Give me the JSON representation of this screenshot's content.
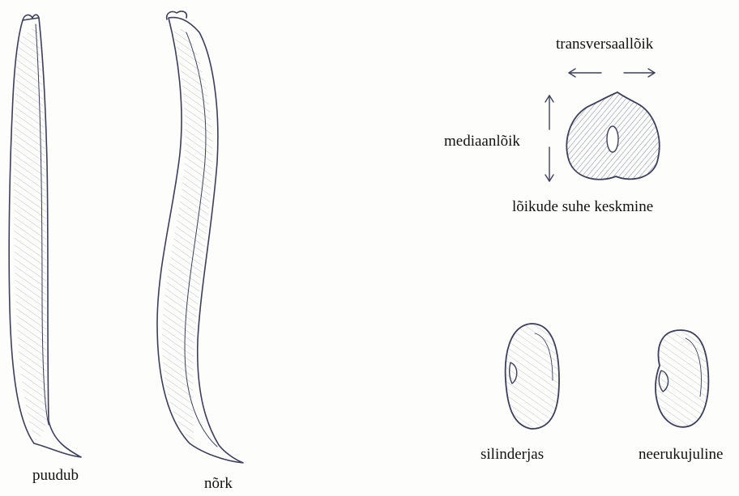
{
  "pods": [
    {
      "id": "pod-1",
      "label": "puudub"
    },
    {
      "id": "pod-2",
      "label": "nõrk"
    }
  ],
  "cross_section": {
    "transverse_label": "transversaallõik",
    "median_label": "mediaanlõik",
    "caption": "lõikude suhe keskmine"
  },
  "seeds": [
    {
      "id": "seed-1",
      "label": "silinderjas"
    },
    {
      "id": "seed-2",
      "label": "neerukujuline"
    }
  ],
  "colors": {
    "ink": "#3c3f5c",
    "background": "#fdfdfb"
  }
}
